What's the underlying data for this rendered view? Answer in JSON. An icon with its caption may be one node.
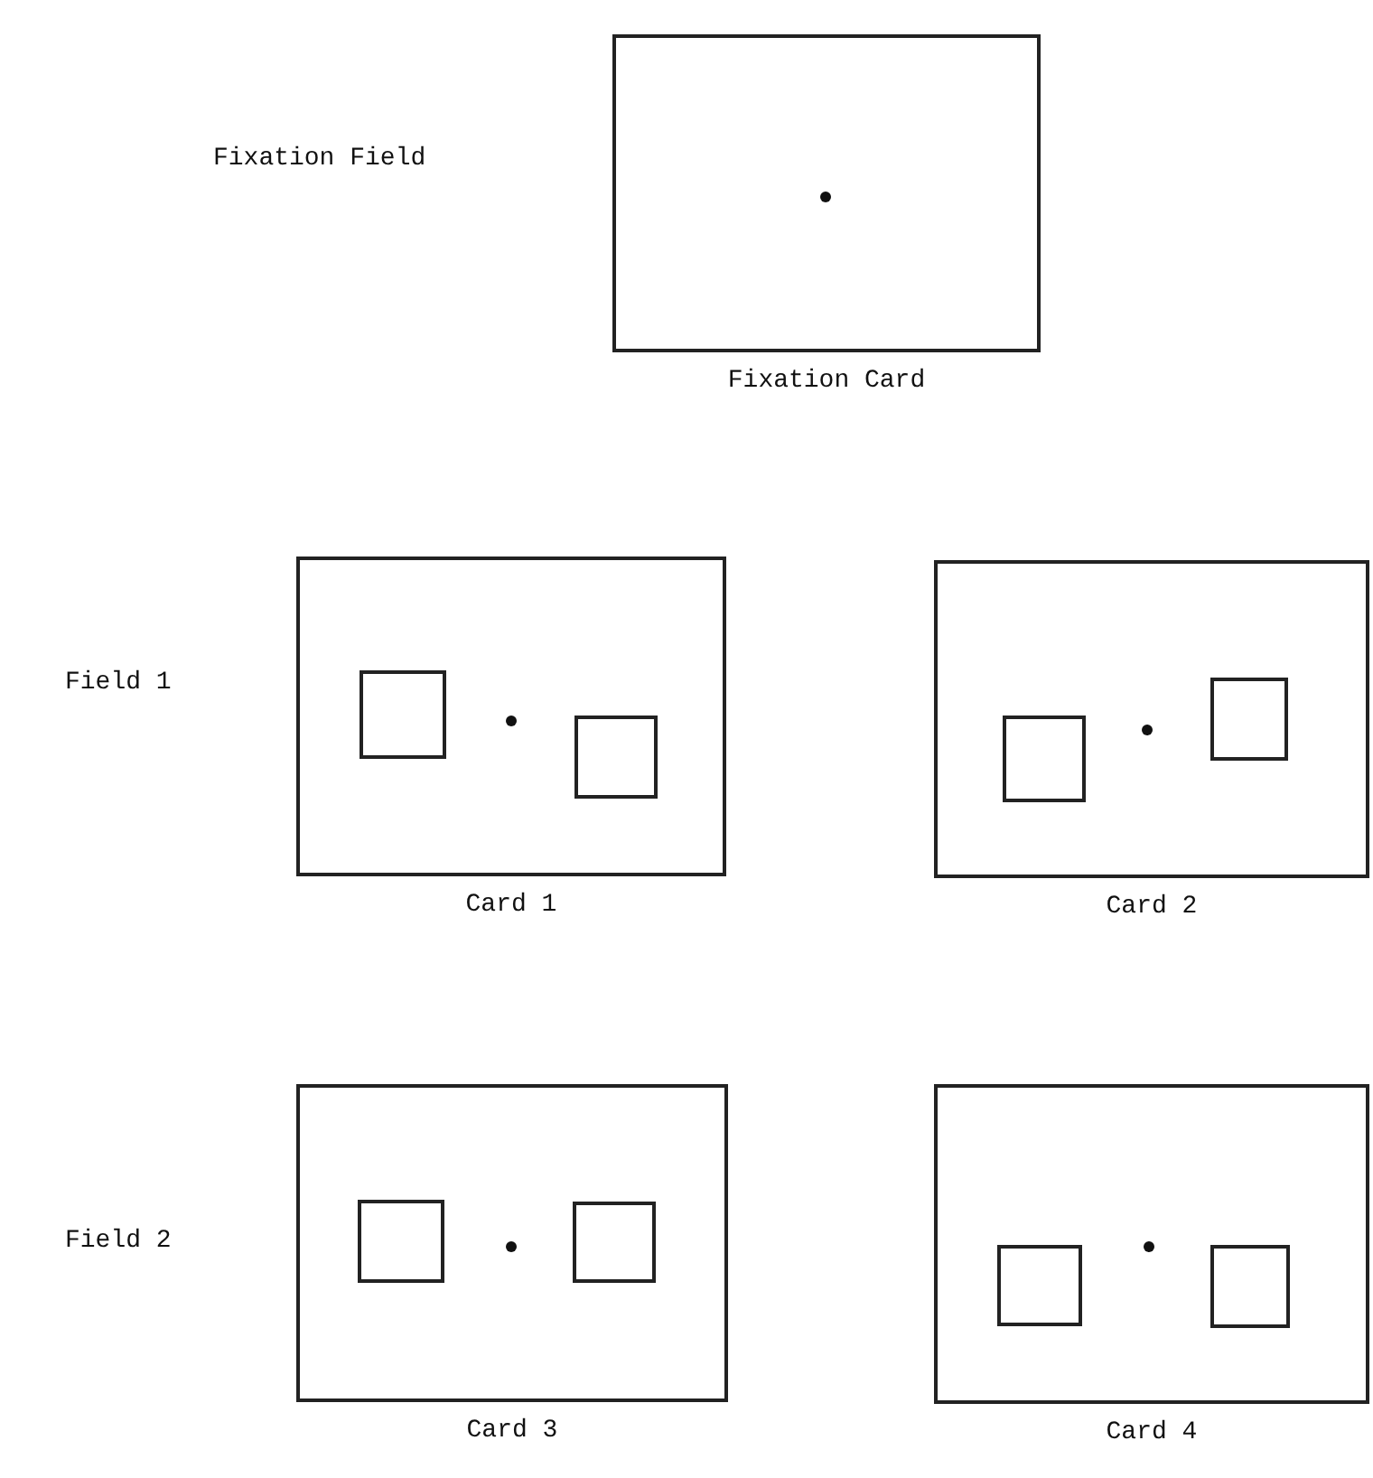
{
  "diagram": {
    "nodes": [
      {
        "text": [
          "Fixation Card"
        ]
      },
      {
        "text": [
          "Card 1"
        ]
      },
      {
        "text": [],
        "shape": "box",
        "in": 1
      },
      {
        "text": [],
        "shape": "box",
        "in": 1
      },
      {
        "text": [
          "Card 2"
        ]
      },
      {
        "text": [],
        "shape": "box",
        "in": 4
      },
      {
        "text": [],
        "shape": "box",
        "in": 4
      },
      {
        "text": [
          "Card 3"
        ]
      },
      {
        "text": [],
        "shape": "box",
        "in": 7
      },
      {
        "text": [],
        "shape": "box",
        "in": 7
      },
      {
        "text": [
          "Card 4"
        ]
      },
      {
        "text": [],
        "shape": "box",
        "in": 10
      },
      {
        "text": [],
        "shape": "box",
        "in": 10
      }
    ],
    "labels": [
      "Fixation Field",
      "Field 1",
      "Field 2"
    ]
  }
}
